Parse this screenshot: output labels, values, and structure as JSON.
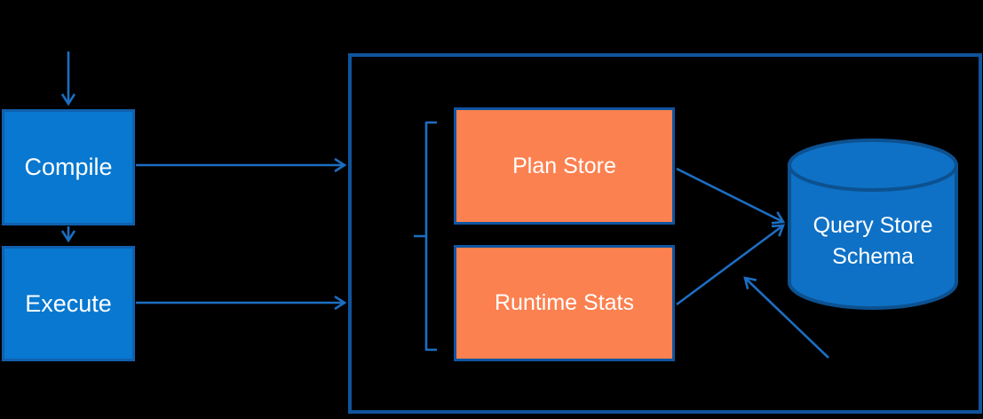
{
  "diagram": {
    "nodes": {
      "compile": {
        "label": "Compile"
      },
      "execute": {
        "label": "Execute"
      },
      "plan_store": {
        "label": "Plan Store"
      },
      "runtime_stats": {
        "label": "Runtime Stats"
      },
      "query_store_schema": {
        "label": "Query Store Schema",
        "line1": "Query Store",
        "line2": "Schema"
      }
    },
    "edges": [
      {
        "from": "incoming-query",
        "to": "compile"
      },
      {
        "from": "compile",
        "to": "execute"
      },
      {
        "from": "compile",
        "to": "query-store-container"
      },
      {
        "from": "execute",
        "to": "query-store-container"
      },
      {
        "from": "plan_store",
        "to": "query_store_schema"
      },
      {
        "from": "runtime_stats",
        "to": "query_store_schema"
      },
      {
        "from": "async-write",
        "to": "query_store_schema"
      }
    ],
    "colors": {
      "background": "#000000",
      "process_box_fill": "#0878D0",
      "process_box_border": "#1160AE",
      "store_box_fill": "#FC8150",
      "store_box_border": "#0F55A0",
      "container_border": "#0F549C",
      "cylinder_fill": "#0E71C6",
      "cylinder_border": "#0C5190",
      "arrow": "#1C6EC2",
      "text": "#FFFFFF"
    }
  }
}
